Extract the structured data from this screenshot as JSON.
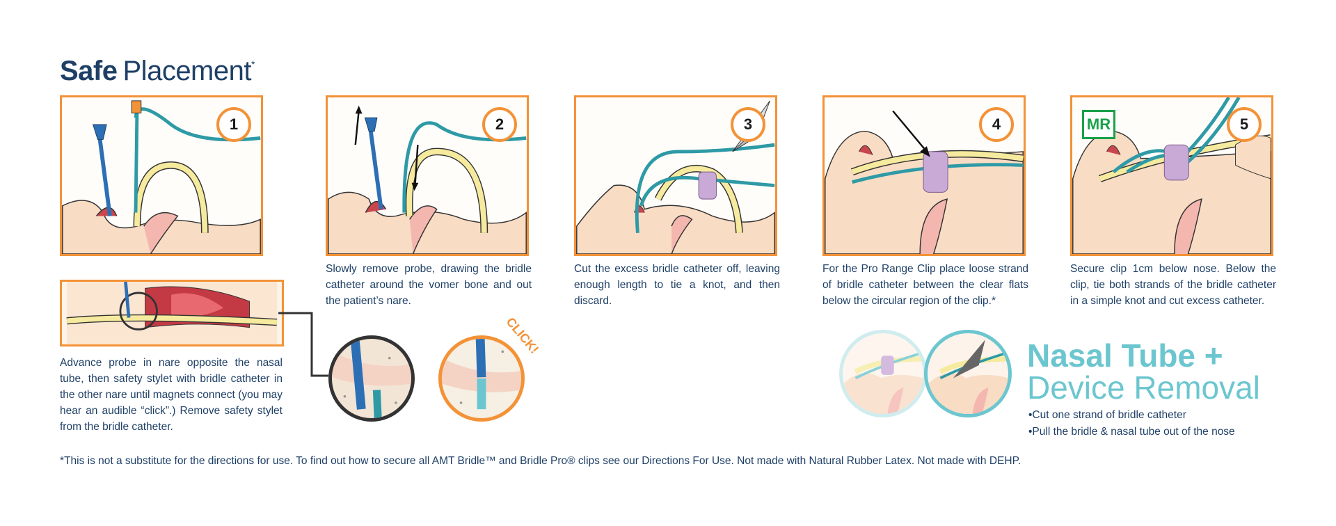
{
  "title": {
    "bold": "Safe",
    "light": "Placement",
    "mark": "*"
  },
  "steps": [
    {
      "number": "1",
      "caption": "Advance probe in nare opposite the nasal tube, then safety stylet with bridle catheter in the other nare until magnets connect (you may hear an audible “click”.) Remove safety stylet from the bridle catheter."
    },
    {
      "number": "2",
      "caption": "Slowly remove probe, drawing the bridle catheter around the vomer bone and out the patient’s nare."
    },
    {
      "number": "3",
      "caption": "Cut the excess bridle catheter off, leaving enough length to tie a knot, and then discard."
    },
    {
      "number": "4",
      "caption": "For the Pro Range Clip place loose strand of bridle catheter between the clear flats below the circular region of the clip.*"
    },
    {
      "number": "5",
      "caption": "Secure clip 1cm below nose. Below the clip, tie both strands of the bridle catheter in a simple knot and cut excess catheter."
    }
  ],
  "mr_badge": "MR",
  "click_label": "CLICK!",
  "removal": {
    "title_line1": "Nasal Tube +",
    "title_line2": "Device Removal",
    "items": [
      "•Cut one strand of bridle catheter",
      "•Pull the bridle & nasal tube out of the nose"
    ]
  },
  "footnote": "*This is not a substitute for the directions for use. To find out how to secure all AMT Bridle™ and Bridle Pro® clips see our Directions For Use. Not made with Natural Rubber Latex. Not made with DEHP.",
  "colors": {
    "orange": "#f39237",
    "navy": "#1e3f66",
    "teal": "#6cc6cf",
    "catheter": "#2e9aa6",
    "yellow": "#f6ea9e",
    "skin": "#f8dcc4",
    "mr_green": "#1aa14a"
  }
}
